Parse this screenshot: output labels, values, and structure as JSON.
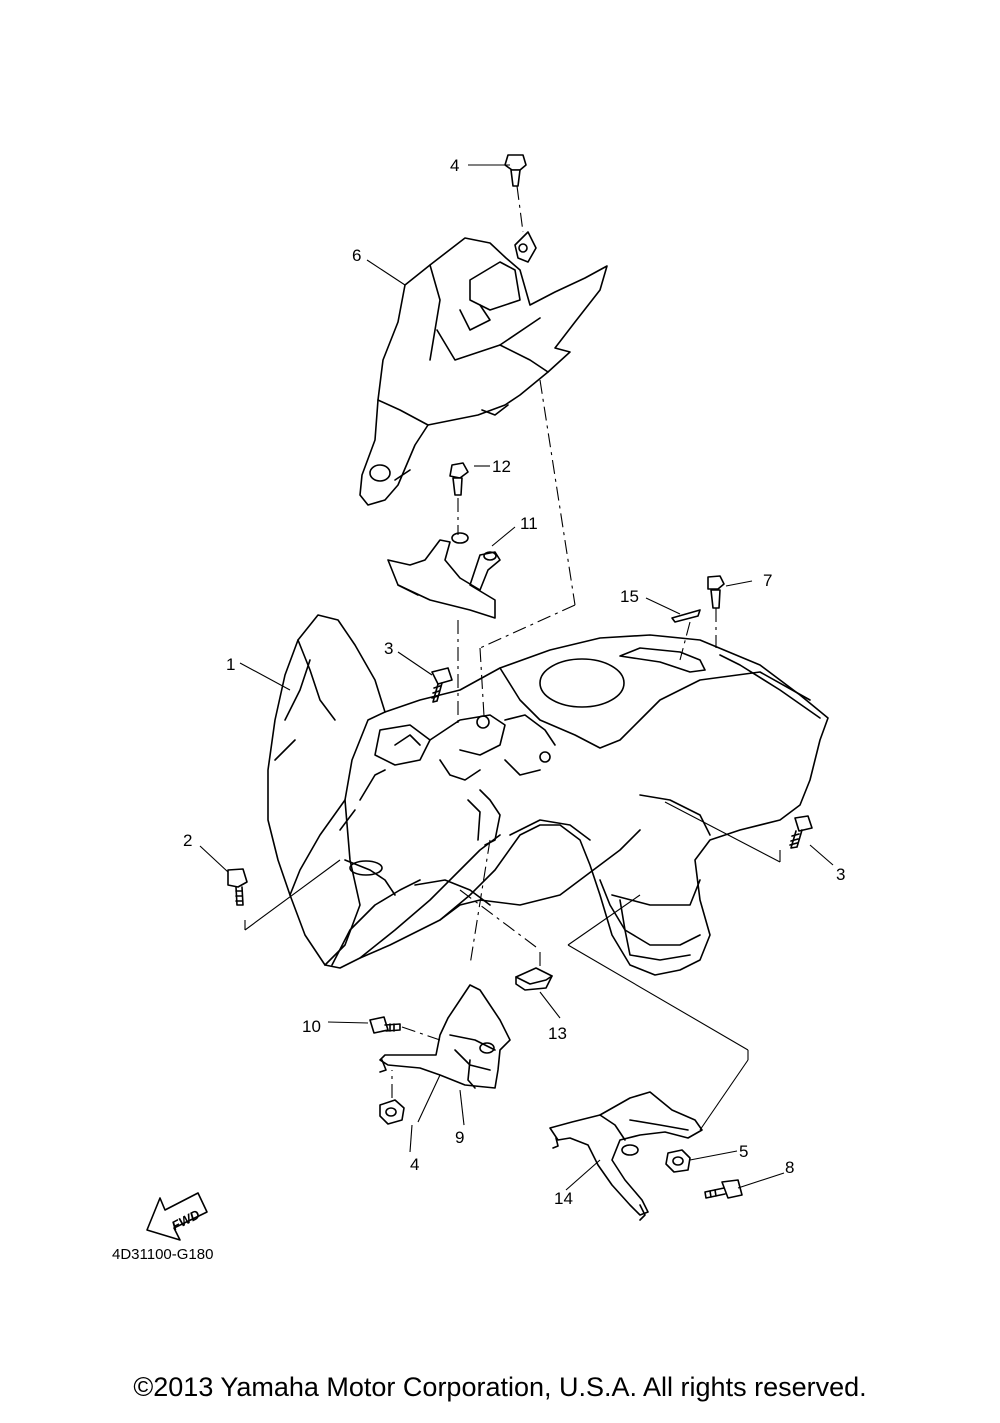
{
  "diagram": {
    "part_labels": [
      {
        "id": "1",
        "text": "1"
      },
      {
        "id": "2",
        "text": "2"
      },
      {
        "id": "3a",
        "text": "3"
      },
      {
        "id": "3b",
        "text": "3"
      },
      {
        "id": "4a",
        "text": "4"
      },
      {
        "id": "4b",
        "text": "4"
      },
      {
        "id": "5",
        "text": "5"
      },
      {
        "id": "6",
        "text": "6"
      },
      {
        "id": "7",
        "text": "7"
      },
      {
        "id": "8",
        "text": "8"
      },
      {
        "id": "9",
        "text": "9"
      },
      {
        "id": "10",
        "text": "10"
      },
      {
        "id": "11",
        "text": "11"
      },
      {
        "id": "12",
        "text": "12"
      },
      {
        "id": "13",
        "text": "13"
      },
      {
        "id": "14",
        "text": "14"
      },
      {
        "id": "15",
        "text": "15"
      }
    ],
    "fwd_arrow_label": "FWD",
    "diagram_code": "4D31100-G180"
  },
  "footer": {
    "copyright": "©2013 Yamaha Motor Corporation, U.S.A. All rights reserved."
  },
  "colors": {
    "line": "#000000",
    "background": "#ffffff"
  }
}
